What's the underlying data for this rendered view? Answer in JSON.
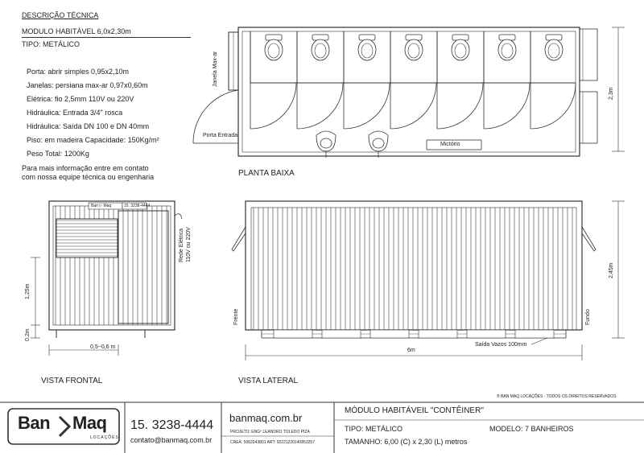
{
  "spec": {
    "heading": "DESCRIÇÃO TÉCNICA",
    "model_line": "MODULO HABITÁVEL 6,0x2,30m",
    "type_line": "TIPO: METÁLICO",
    "items": [
      "Porta: abrir simples 0,95x2,10m",
      "Janelas: persiana max-ar 0,97x0,60m",
      "Elétrica: fio 2,5mm 110V ou 220V",
      "Hidráulica: Entrada 3/4\" rosca",
      "Hidráulica: Saída DN 100 e DN 40mm",
      "Piso: em madeira Capacidade: 150Kg/m²",
      "Peso Total: 1200Kg"
    ],
    "contact_note_1": "Para mais informação entre em contato",
    "contact_note_2": "com nossa equipe técnica ou engenharia"
  },
  "plan": {
    "title": "PLANTA BAIXA",
    "window_label": "Janela Max-ar",
    "door_label": "Porta Entrada",
    "urinal_label": "Mictório",
    "width_dim": "2,3m"
  },
  "front": {
    "title": "VISTA FRONTAL",
    "elec_label_1": "Rede Elétrica",
    "elec_label_2": "110V ou 220V",
    "dim_125": "1,25m",
    "dim_02": "0,2m",
    "dim_width": "0,5~0,6 m",
    "plate_brand": "Ban ▷ Maq",
    "plate_phone": "15. 3238-4444"
  },
  "side": {
    "title": "VISTA LATERAL",
    "front_label": "Frente",
    "back_label": "Fundo",
    "height_dim": "2,45m",
    "length_dim": "6m",
    "drain_label": "Saída Vazos 100mm"
  },
  "footer": {
    "copyright": "® BAN MAQ LOCAÇÕES - TODOS OS DIREITOS RESERVADOS",
    "logo_left": "Ban",
    "logo_right": "Maq",
    "logo_sub": "LOCAÇÕES",
    "phone": "15. 3238-4444",
    "email": "contato@banmaq.com.br",
    "website": "banmaq.com.br",
    "project": "PROJETO: ENGº LEANDRO TOLEDO PIZA",
    "crea": "CREA: 5062043801 ART: 92221220140853257",
    "product": "MÓDULO HABITÁVEIL \"CONTÊINER\"",
    "type": "TIPO: METÁLICO",
    "model": "MODELO: 7 BANHEIROS",
    "size": "TAMANHO: 6,00 (C) x 2,30 (L) metros"
  },
  "colors": {
    "line": "#333333",
    "light": "#888888"
  }
}
